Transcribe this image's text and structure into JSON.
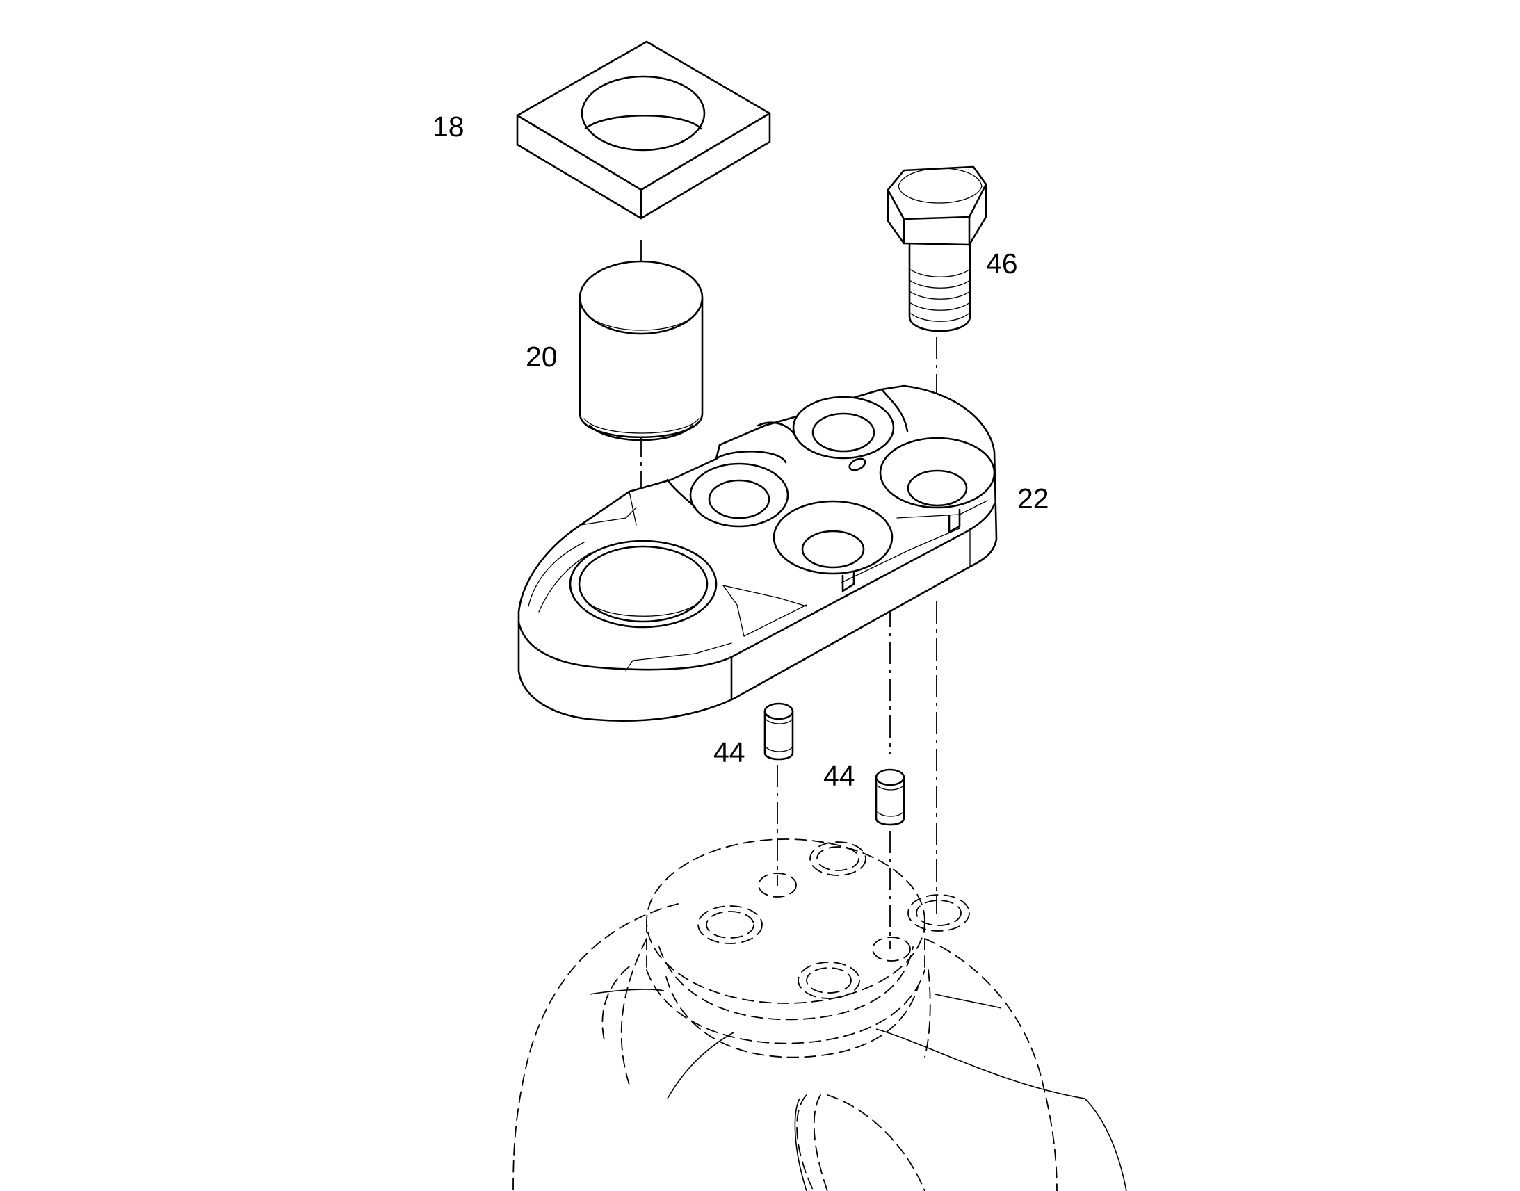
{
  "callouts": {
    "washer": "18",
    "bushing": "20",
    "bracket": "22",
    "bolt": "46",
    "pin_left": "44",
    "pin_right": "44"
  }
}
